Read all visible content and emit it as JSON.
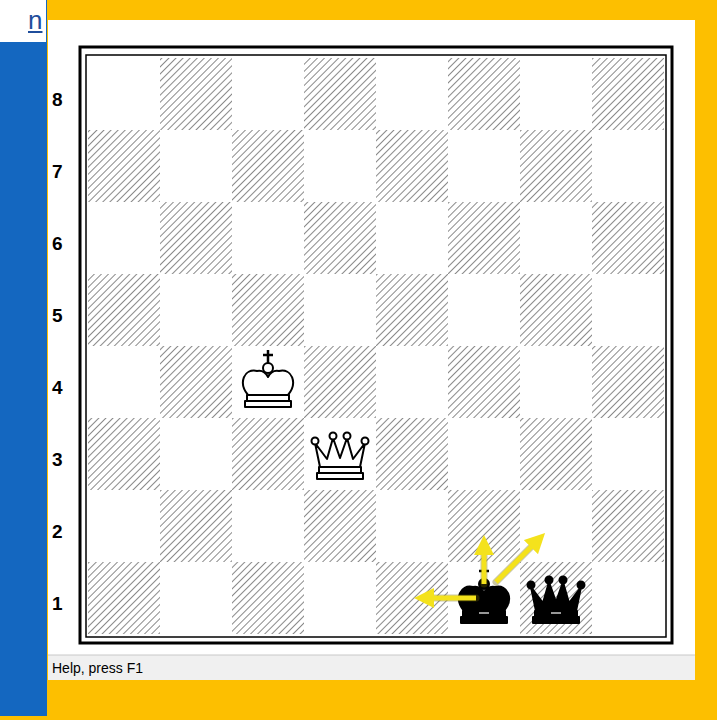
{
  "diagram": {
    "labels": [
      "n",
      "8",
      "7",
      "6",
      "5",
      "4",
      "3",
      "2",
      "1",
      "Help, press F1"
    ]
  }
}
